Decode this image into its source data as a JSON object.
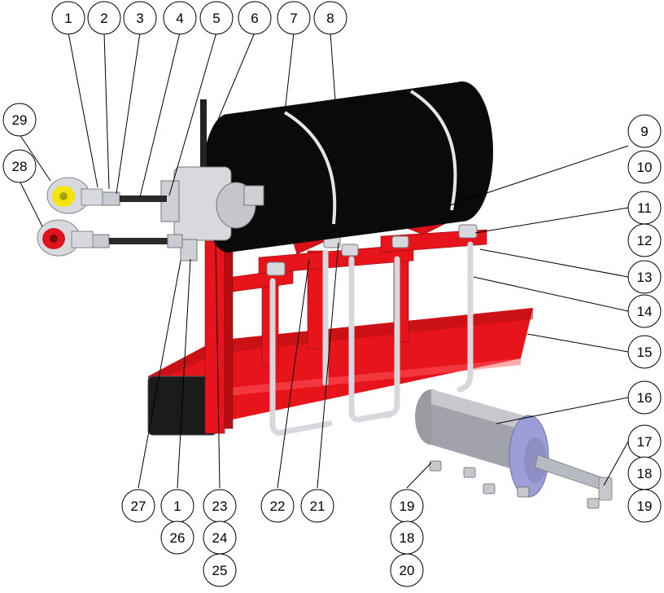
{
  "colors": {
    "frame": "#e8141c",
    "frame_shade": "#b30d13",
    "tank": "#0a0a0a",
    "steel": "#c9cbd2",
    "cylinder_face": "#9c9ed8",
    "callout_line": "#000000",
    "handle_yellow": "#f2e600",
    "handle_red": "#e0141c"
  },
  "callouts": [
    {
      "label": "1"
    },
    {
      "label": "2"
    },
    {
      "label": "3"
    },
    {
      "label": "4"
    },
    {
      "label": "5"
    },
    {
      "label": "6"
    },
    {
      "label": "7"
    },
    {
      "label": "8"
    },
    {
      "label": "29"
    },
    {
      "label": "28"
    },
    {
      "label": "9"
    },
    {
      "label": "10"
    },
    {
      "label": "11"
    },
    {
      "label": "12"
    },
    {
      "label": "13"
    },
    {
      "label": "14"
    },
    {
      "label": "15"
    },
    {
      "label": "16"
    },
    {
      "label": "17"
    },
    {
      "label": "18"
    },
    {
      "label": "19"
    },
    {
      "label": "27"
    },
    {
      "label": "1"
    },
    {
      "label": "26"
    },
    {
      "label": "23"
    },
    {
      "label": "24"
    },
    {
      "label": "25"
    },
    {
      "label": "22"
    },
    {
      "label": "21"
    },
    {
      "label": "19"
    },
    {
      "label": "18"
    },
    {
      "label": "20"
    }
  ]
}
